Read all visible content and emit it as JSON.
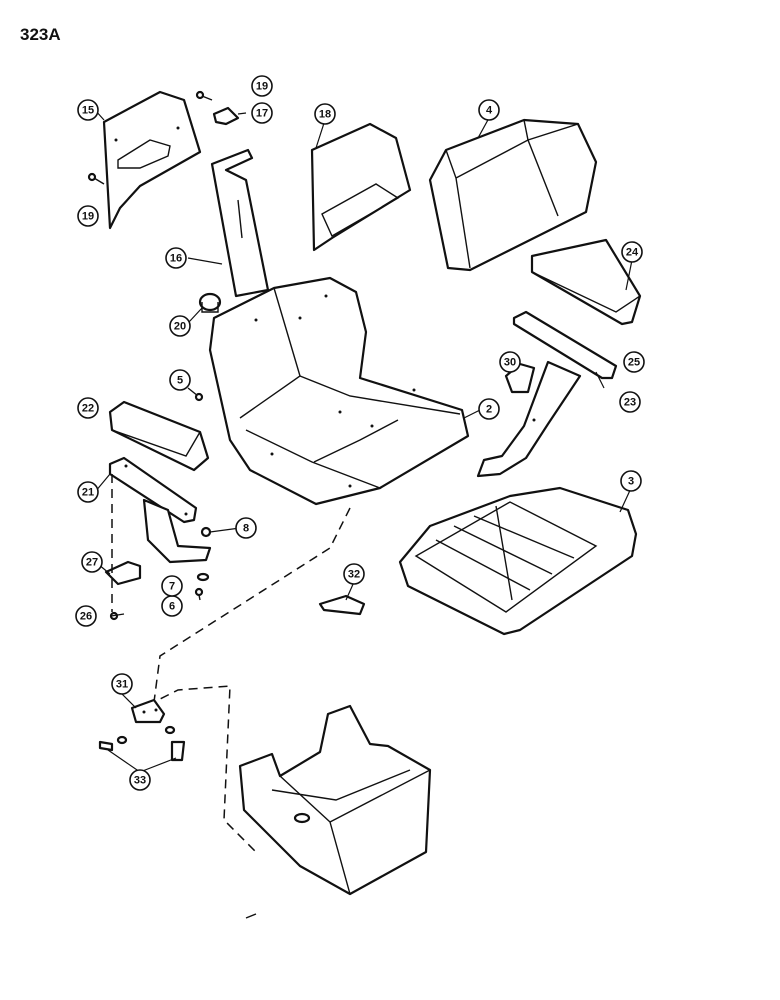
{
  "page_number": "323A",
  "callouts": [
    "2",
    "3",
    "4",
    "5",
    "6",
    "7",
    "8",
    "15",
    "16",
    "17",
    "18",
    "19",
    "19",
    "20",
    "21",
    "22",
    "23",
    "24",
    "25",
    "26",
    "27",
    "30",
    "31",
    "32",
    "33"
  ]
}
